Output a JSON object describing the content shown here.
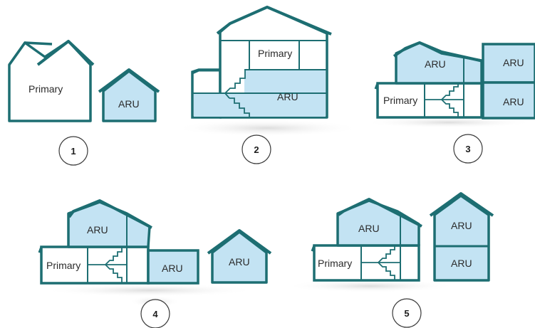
{
  "colors": {
    "outline": "#1d6e72",
    "aru_fill": "#c3e3f3",
    "primary_fill": "#ffffff",
    "shadow": "#e8e8e8",
    "circle_stroke": "#3a3a3a"
  },
  "diagrams": [
    {
      "number": "1",
      "labels": {
        "primary": "Primary",
        "aru": "ARU"
      }
    },
    {
      "number": "2",
      "labels": {
        "primary": "Primary",
        "aru": "ARU"
      }
    },
    {
      "number": "3",
      "labels": {
        "aru_upper": "ARU",
        "primary": "Primary",
        "aru_garage_top": "ARU",
        "aru_garage_bottom": "ARU"
      }
    },
    {
      "number": "4",
      "labels": {
        "aru_upper": "ARU",
        "primary": "Primary",
        "aru_attached": "ARU",
        "aru_detached": "ARU"
      }
    },
    {
      "number": "5",
      "labels": {
        "aru_upper": "ARU",
        "primary": "Primary",
        "aru_detached_top": "ARU",
        "aru_detached_bottom": "ARU"
      }
    }
  ]
}
